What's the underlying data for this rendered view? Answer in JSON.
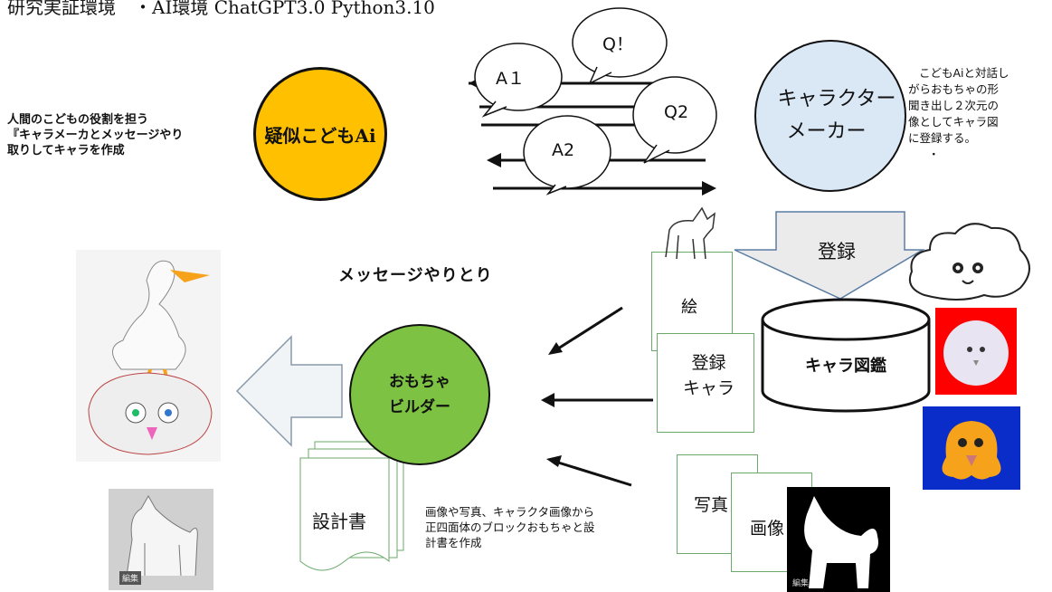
{
  "title": "研究実証環境　・AI環境 ChatGPT3.0 Python3.10",
  "left_note": [
    "人間のこどもの役割を担う",
    "『キャラメーカとメッセージやり",
    "取りしてキャラを作成"
  ],
  "right_note": [
    "こどもAiと対話し",
    "がらおもちゃの形",
    "聞き出し２次元の",
    "像としてキャラ図",
    "に登録する。",
    "・"
  ],
  "nodes": {
    "pseudo_child_ai": "疑似こどもAi",
    "chara_maker": [
      "キャラクター",
      "メーカー"
    ],
    "toy_builder": [
      "おもちゃ",
      "ビルダー"
    ],
    "chara_book": "キャラ図鑑"
  },
  "bubbles": [
    "A１",
    "Q！",
    "Q2",
    "A2"
  ],
  "message_exchange": "メッセージやりとり",
  "register": "登録",
  "docs": {
    "picture": "絵",
    "registered_chara": [
      "登録",
      "キャラ"
    ],
    "photo": "写真",
    "image": "画像",
    "spec": "設計書"
  },
  "bottom_note": [
    "画像や写真、キャラクタ画像から",
    "正四面体のブロックおもちゃと設",
    "計書を作成"
  ],
  "edit_label": "編集",
  "colors": {
    "yellow": "#FFC000",
    "blue": "#DAE8F6",
    "green": "#7DC242",
    "red": "#FF0000",
    "navy": "#0A2CC8"
  }
}
